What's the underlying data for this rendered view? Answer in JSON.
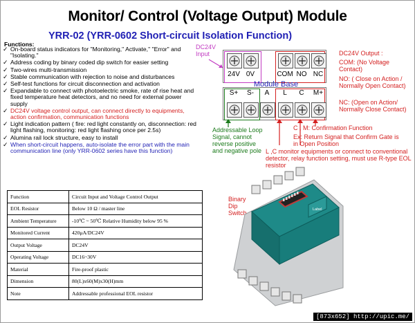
{
  "title": "Monitor/ Control (Voltage Output) Module",
  "subtitle": "YRR-02  (YRR-0602 Short-circuit Isolation Function)",
  "features_heading": "Functions:",
  "features": [
    {
      "text": "On-board status indicators for \"Monitoring,\" Activate,\" \"Error\" and \"Isolating.\"",
      "color": "black"
    },
    {
      "text": "Address coding by binary coded dip switch for easier setting",
      "color": "black"
    },
    {
      "text": "Two-wires multi-transmission",
      "color": "black"
    },
    {
      "text": "Stable communication with rejection to noise and disturbances",
      "color": "black"
    },
    {
      "text": "Self-test functions for circuit disconnection and activation",
      "color": "black"
    },
    {
      "text": "Expandable to connect with photoelectric smoke, rate of rise heat and fixed temperature heat detectors, and no need for external power supply",
      "color": "black"
    },
    {
      "text": "DC24V voltage control output, can connect directly to equipments, action confirmation, communication functions",
      "color": "red"
    },
    {
      "text": "Light indication pattern ( fire: red light constantly on, disconnection: red light flashing, monitoring: red light flashing once per 2.5s)",
      "color": "black"
    },
    {
      "text": "Alumina rail  lock structure, easy to install",
      "color": "black"
    },
    {
      "text": "When short-circuit happens, auto-isolate the error part with the main communication line (only YRR-0602 series have this function)",
      "color": "blue"
    }
  ],
  "spec_table": [
    {
      "key": "Function",
      "value": "Circuit Input and Voltage Control Output"
    },
    {
      "key": "EOL Resistor",
      "value": "Below 10 Ω / master line"
    },
    {
      "key": "Ambient Temperature",
      "value": "-10℃ ~ 50℃ Relative Humidity below 95 %"
    },
    {
      "key": "Monitored Current",
      "value": "420μA/DC24V"
    },
    {
      "key": "Output Voltage",
      "value": "DC24V"
    },
    {
      "key": "Operating Voltage",
      "value": "DC16~30V"
    },
    {
      "key": "Material",
      "value": "Fire-proof plastic"
    },
    {
      "key": "Dimension",
      "value": "80(L)x60(M)x30(H)mm"
    },
    {
      "key": "Note",
      "value": "Addressable professional EOL resistor"
    }
  ],
  "diagram": {
    "dc24v_input": "DC24V Input",
    "top_terminals": [
      "24V",
      "0V",
      "COM",
      "NO",
      "NC"
    ],
    "base_label": "Module Base",
    "bottom_terminals": [
      "S+",
      "S-",
      "A",
      "L",
      "C",
      "M+"
    ],
    "output_heading": "DC24V Output :",
    "com_note": "COM: (No Voltage Contact)",
    "no_note": "NO: ( Close on Action / Normally Open Contact)",
    "nc_note": "NC: (Open on Action/ Normally Close Contact)",
    "loop_note": "Addressable Loop Signal, cannot reverse positive and negative pole",
    "cm_note": "C , M: Confirmation Function",
    "ex_note": "Ex: Return Signal that Confirm Gate is in Open Position",
    "lc_note": "L ,C monitor equipments or connect to conventional detector, relay function setting, must use R-type EOL resistor",
    "dip_label": "Binary Dip Switch",
    "module_label": "Label"
  },
  "footer": "[873x652] http://upic.me/",
  "colors": {
    "red": "#d42020",
    "blue": "#1f1fb4",
    "green": "#1b7a1b",
    "magenta": "#c23ac2",
    "teal": "#1e8a88"
  }
}
